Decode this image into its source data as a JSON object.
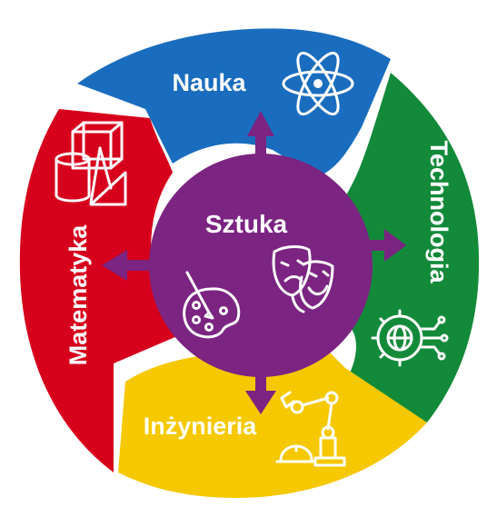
{
  "center": {
    "label": "Sztuka",
    "color": "#7B2482",
    "icons": [
      "paint-palette-icon",
      "theater-masks-icon"
    ]
  },
  "segments": [
    {
      "key": "nauka",
      "label": "Nauka",
      "color": "#1A6DBE",
      "icon": "atom-icon"
    },
    {
      "key": "technologia",
      "label": "Technologia",
      "color": "#138A3A",
      "icon": "gear-circuit-globe-icon"
    },
    {
      "key": "inzynieria",
      "label": "Inżynieria",
      "color": "#F5C800",
      "icon": "robot-arm-hardhat-icon"
    },
    {
      "key": "matematyka",
      "label": "Matematyka",
      "color": "#D6001C",
      "icon": "geometry-shapes-icon"
    }
  ],
  "arrows_color": "#7B2482"
}
